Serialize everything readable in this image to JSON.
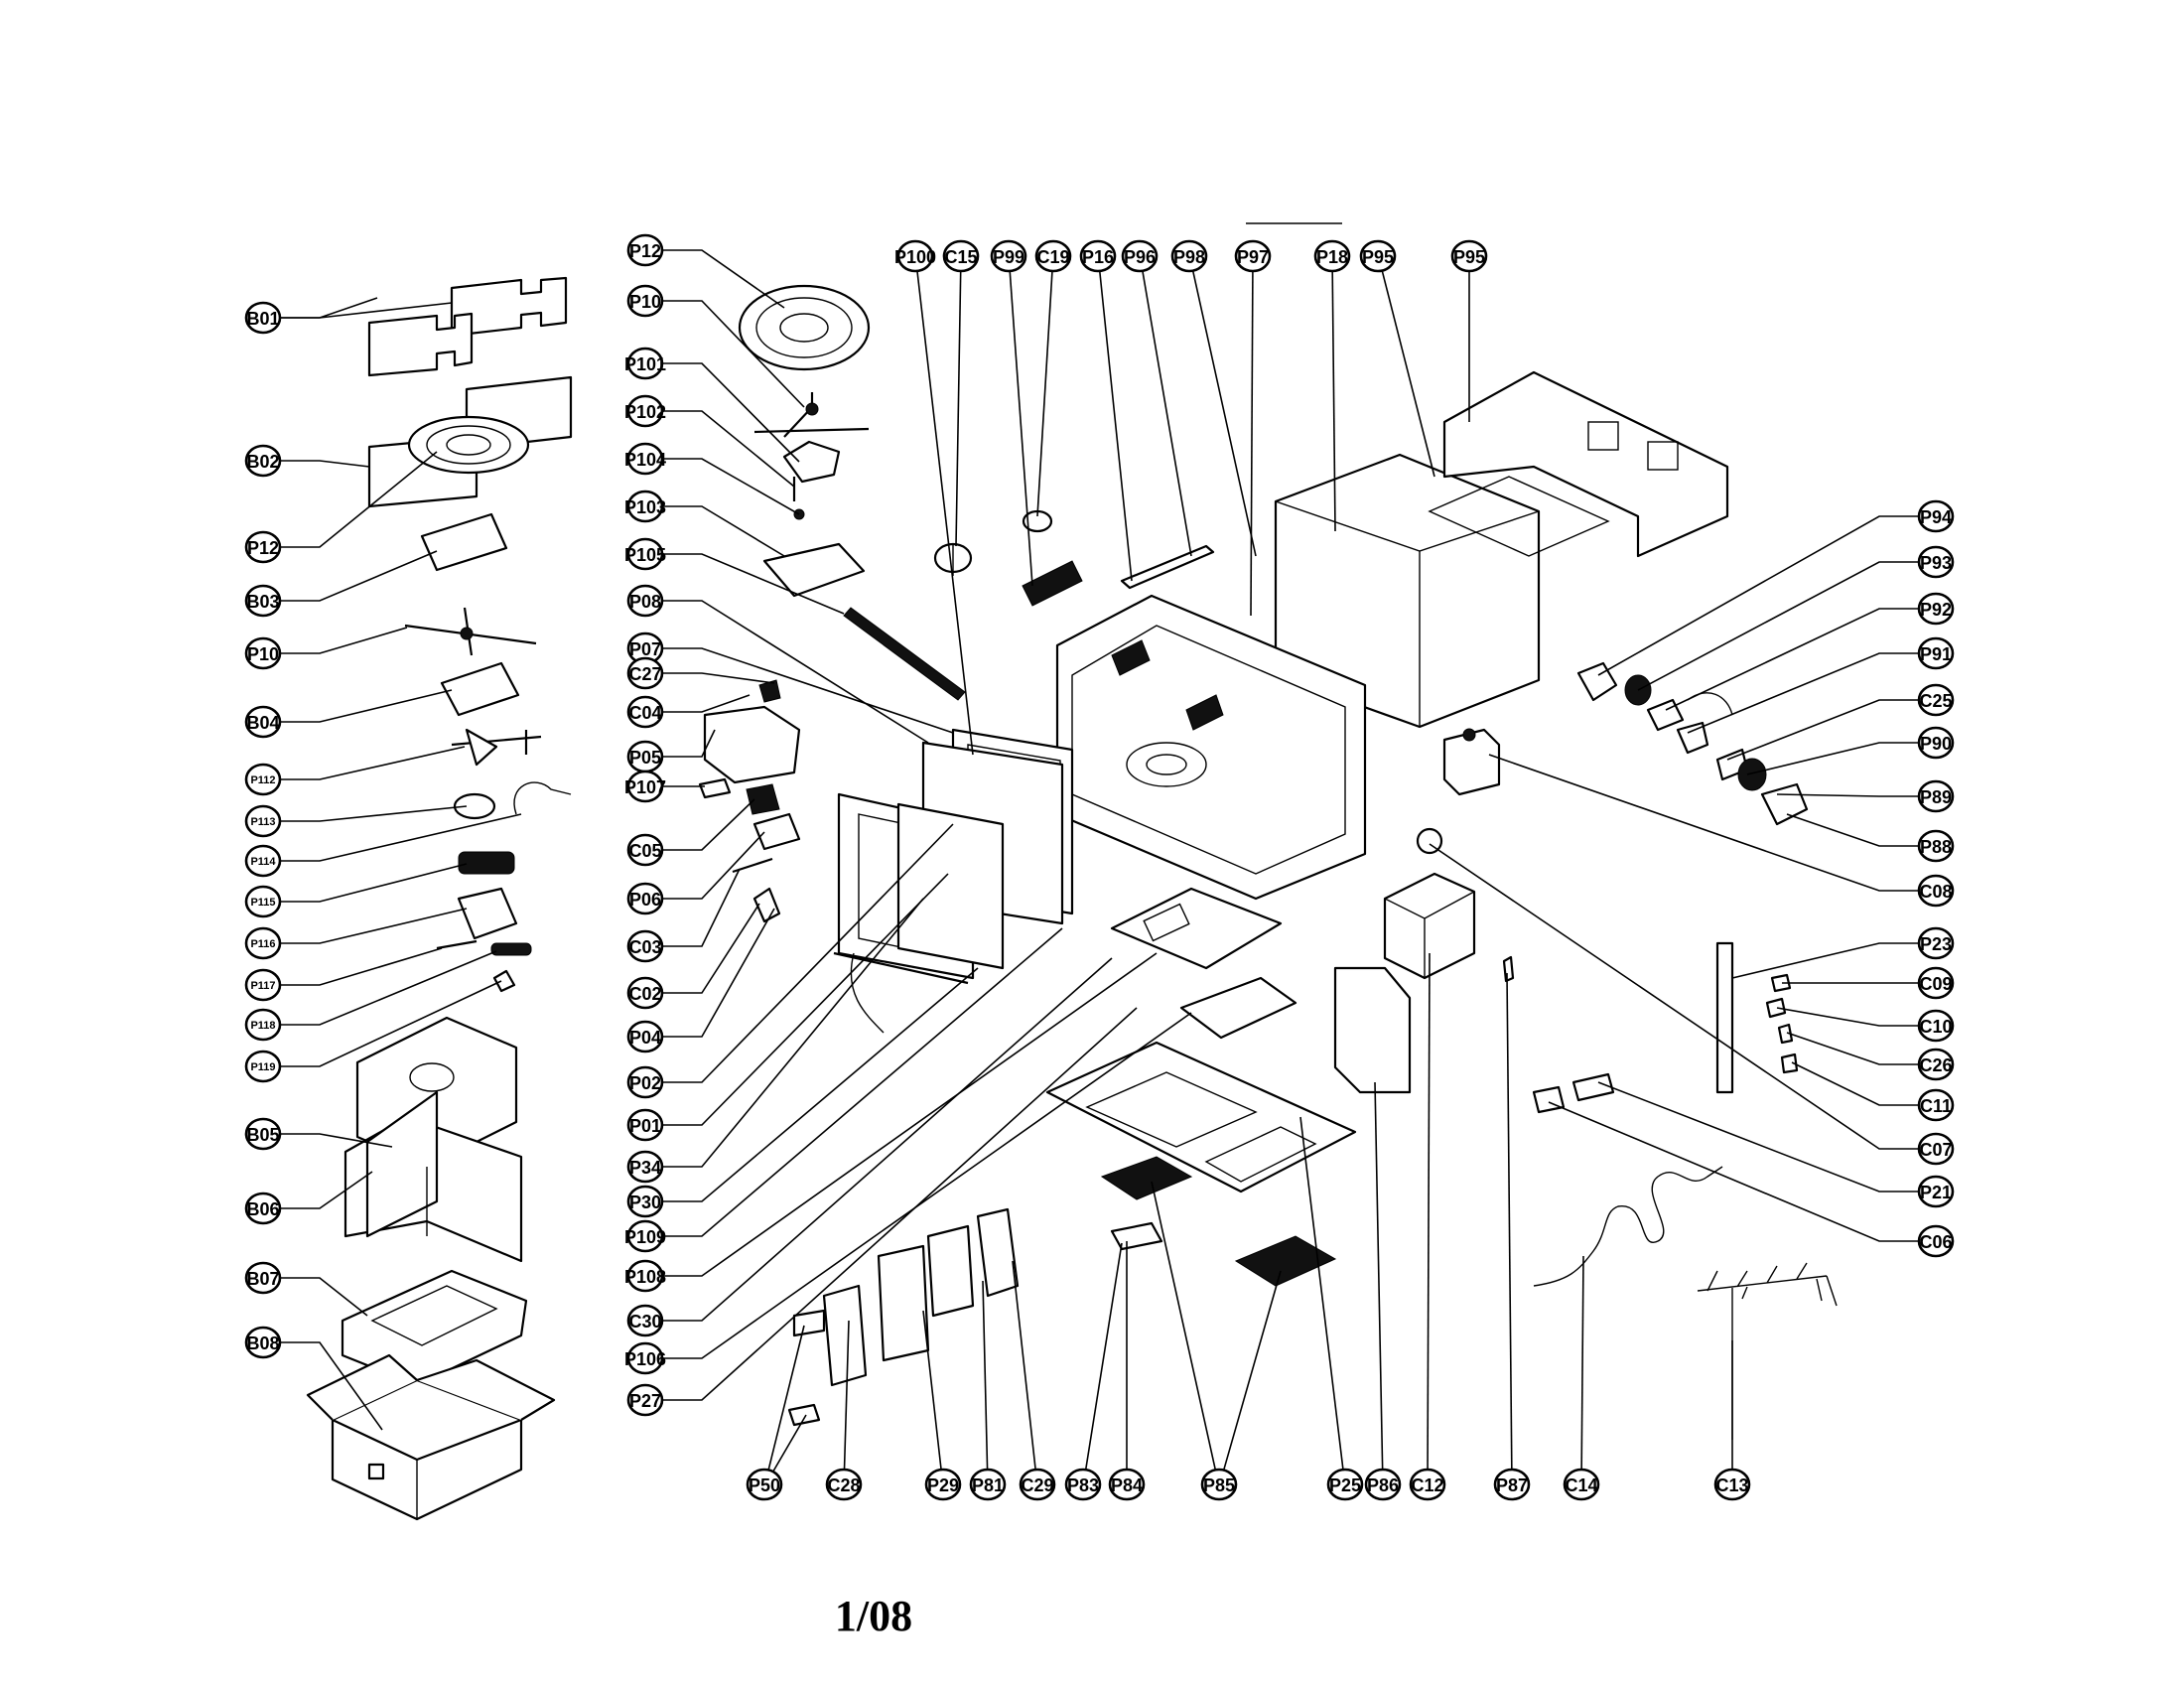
{
  "page_label": "1/08",
  "callouts": {
    "left_column": [
      "B01",
      "B02",
      "P12",
      "B03",
      "P10",
      "B04",
      "P112",
      "P113",
      "P114",
      "P115",
      "P116",
      "P117",
      "P118",
      "P119",
      "B05",
      "B06",
      "B07",
      "B08"
    ],
    "middle_column": [
      "P12",
      "P10",
      "P101",
      "P102",
      "P104",
      "P103",
      "P105",
      "P08",
      "P07",
      "C27",
      "C04",
      "P05",
      "P107",
      "C05",
      "P06",
      "C03",
      "C02",
      "P04",
      "P02",
      "P01",
      "P34",
      "P30",
      "P109",
      "P108",
      "C30",
      "P106",
      "P27"
    ],
    "top_row": [
      "P100",
      "C15",
      "P99",
      "C19",
      "P16",
      "P96",
      "P98",
      "P97",
      "P18",
      "P95",
      "P95"
    ],
    "right_column": [
      "P94",
      "P93",
      "P92",
      "P91",
      "C25",
      "P90",
      "P89",
      "P88",
      "C08",
      "P23",
      "C09",
      "C10",
      "C26",
      "C11",
      "C07",
      "P21",
      "C06"
    ],
    "bottom_row": [
      "P50",
      "C28",
      "P29",
      "P81",
      "C29",
      "P83",
      "P84",
      "P85",
      "P25",
      "P86",
      "C12",
      "P87",
      "C14",
      "C13"
    ]
  }
}
